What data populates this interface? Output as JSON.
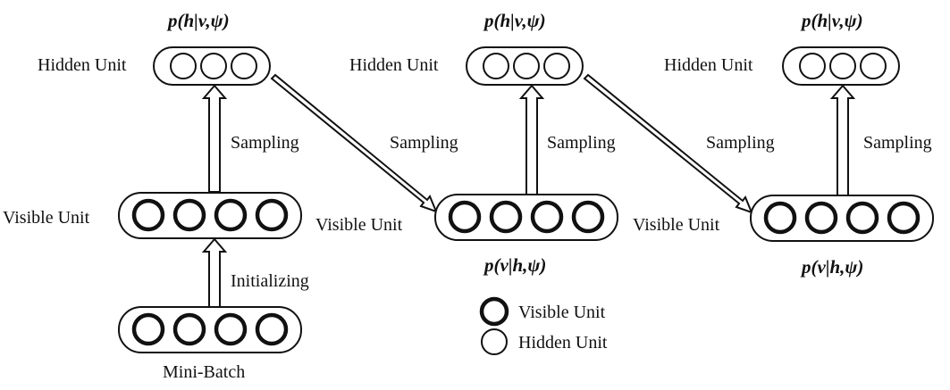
{
  "labels": {
    "hidden_unit": "Hidden Unit",
    "visible_unit": "Visible Unit",
    "sampling": "Sampling",
    "initializing": "Initializing",
    "mini_batch": "Mini-Batch",
    "p_h_given_v": "p(h|v,ψ)",
    "p_v_given_h": "p(v|h,ψ)"
  },
  "legend": {
    "visible_unit": "Visible Unit",
    "hidden_unit": "Hidden Unit"
  },
  "stages": [
    {
      "hidden_units": 3,
      "visible_units": 4
    },
    {
      "hidden_units": 3,
      "visible_units": 4
    },
    {
      "hidden_units": 3,
      "visible_units": 4
    }
  ],
  "mini_batch_units": 4
}
